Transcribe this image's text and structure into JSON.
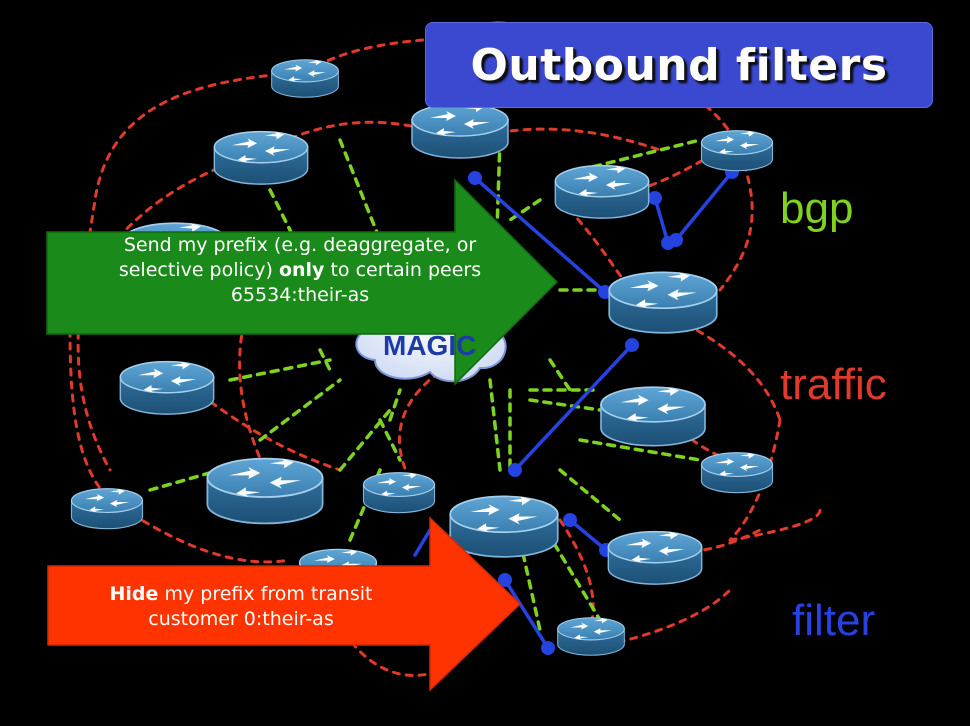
{
  "title": "Outbound filters",
  "legend": {
    "bgp": "bgp",
    "traffic": "traffic",
    "filter": "filter"
  },
  "colors": {
    "bgp": "#7ed321",
    "traffic": "#e03a2c",
    "filter": "#2443e0",
    "title_bg": "#3a49cf",
    "green_arrow": "#1a8a1a",
    "red_arrow": "#ff3300",
    "router_fill": "#3a7fb0"
  },
  "cloud_label": "MAGIC",
  "callouts": {
    "green": {
      "line1": "Send my prefix (e.g. deaggregate, or",
      "line2_pre": "selective policy) ",
      "line2_bold": "only",
      "line2_post": " to certain peers",
      "line3": "65534:their-as"
    },
    "red": {
      "line1_bold": "Hide",
      "line1_post": " my prefix from transit",
      "line2": "customer 0:their-as"
    }
  }
}
